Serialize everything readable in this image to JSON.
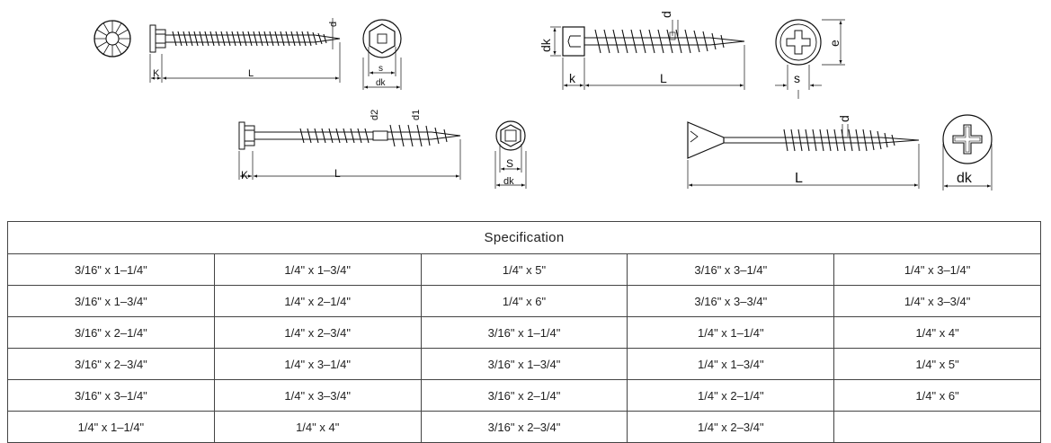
{
  "drawings": {
    "hex_flange": {
      "L": "L",
      "K": "K",
      "d": "d",
      "s": "s",
      "dk": "dk"
    },
    "phillips_cylinder": {
      "dk": "dk",
      "d": "d",
      "e": "e",
      "k": "k",
      "L": "L",
      "s": "s"
    },
    "hex_double_thread": {
      "d2": "d2",
      "d1": "d1",
      "K": "K",
      "L": "L",
      "s": "S",
      "dk": "dk"
    },
    "phillips_flat": {
      "d": "d",
      "L": "L",
      "dk": "dk"
    }
  },
  "table": {
    "title": "Specification",
    "rows": [
      [
        "3/16\" x 1–1/4\"",
        "1/4\" x 1–3/4\"",
        "1/4\" x 5\"",
        "3/16\" x 3–1/4\"",
        "1/4\" x 3–1/4\""
      ],
      [
        "3/16\" x 1–3/4\"",
        "1/4\" x 2–1/4\"",
        "1/4\" x 6\"",
        "3/16\" x 3–3/4\"",
        "1/4\" x 3–3/4\""
      ],
      [
        "3/16\" x 2–1/4\"",
        "1/4\" x 2–3/4\"",
        "3/16\" x 1–1/4\"",
        "1/4\" x 1–1/4\"",
        "1/4\" x 4\""
      ],
      [
        "3/16\" x 2–3/4\"",
        "1/4\" x 3–1/4\"",
        "3/16\" x 1–3/4\"",
        "1/4\" x 1–3/4\"",
        "1/4\" x 5\""
      ],
      [
        "3/16\" x 3–1/4\"",
        "1/4\" x 3–3/4\"",
        "3/16\" x 2–1/4\"",
        "1/4\" x 2–1/4\"",
        "1/4\" x 6\""
      ],
      [
        "1/4\" x 1–1/4\"",
        "1/4\" x 4\"",
        "3/16\" x 2–3/4\"",
        "1/4\" x 2–3/4\"",
        ""
      ]
    ]
  }
}
